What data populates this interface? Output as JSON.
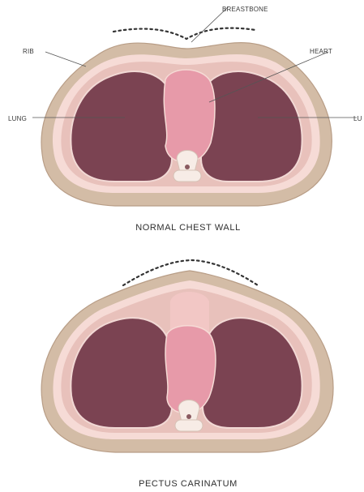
{
  "labels": {
    "breastbone": "BREASTBONE",
    "rib": "RIB",
    "heart": "HEART",
    "lung_left": "LUNG",
    "lung_right": "LU"
  },
  "captions": {
    "normal": "NORMAL CHEST WALL",
    "carinatum": "PECTUS CARINATUM"
  },
  "colors": {
    "skin": "#d3bca6",
    "skin_edge": "#b89d86",
    "rib_band": "#f6dbd6",
    "cavity": "#e8c1bb",
    "lung": "#7b4352",
    "lung_outline": "#f2d9d5",
    "heart": "#e79aa9",
    "heart_dark": "#d77f93",
    "spine": "#f7ece6",
    "line": "#555555"
  }
}
